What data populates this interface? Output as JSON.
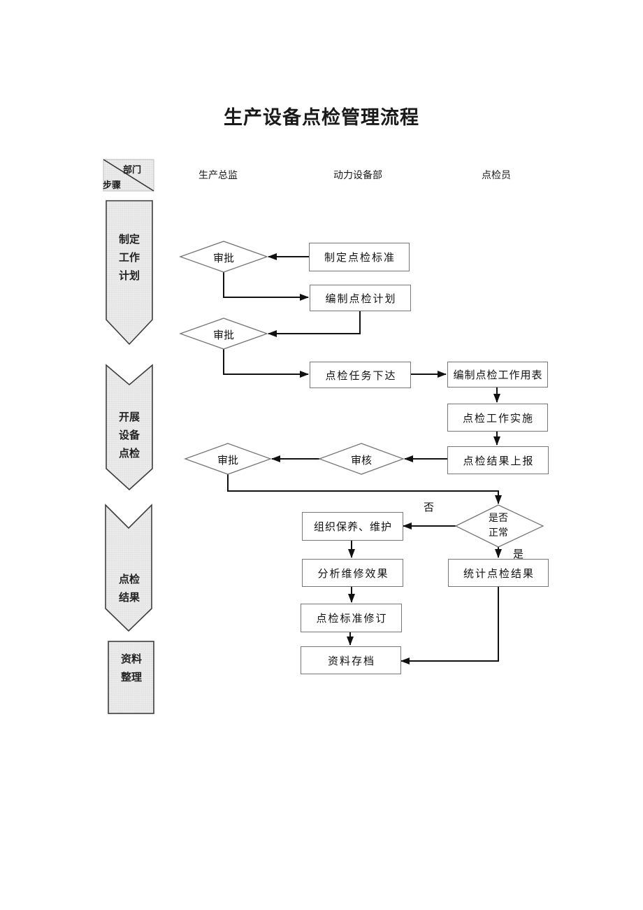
{
  "title": "生产设备点检管理流程",
  "matrix_header": {
    "corner": {
      "top_right": "部门",
      "bottom_left": "步骤"
    },
    "columns": [
      {
        "label": "生产总监"
      },
      {
        "label": "动力设备部"
      },
      {
        "label": "点检员"
      }
    ]
  },
  "phases": [
    {
      "name": "制定工作计划",
      "lines": [
        "制定",
        "工作",
        "计划"
      ]
    },
    {
      "name": "开展设备点检",
      "lines": [
        "开展",
        "设备",
        "点检"
      ]
    },
    {
      "name": "点检结果",
      "lines": [
        "点检",
        "结果"
      ]
    },
    {
      "name": "资料整理",
      "lines": [
        "资料",
        "整理"
      ]
    }
  ],
  "nodes": {
    "approve_1": "审批",
    "create_standard": "制定点检标准",
    "create_plan": "编制点检计划",
    "approve_2": "审批",
    "task_release": "点检任务下达",
    "create_worksheet": "编制点检工作用表",
    "work_implement": "点检工作实施",
    "result_report": "点检结果上报",
    "review": "审核",
    "approve_3": "审批",
    "is_normal": {
      "line1": "是否",
      "line2": "正常"
    },
    "organize_maintenance": "组织保养、维护",
    "analyze_repair": "分析维修效果",
    "revise_standard": "点检标准修订",
    "stat_results": "统计点检结果",
    "archive": "资料存档"
  },
  "branch_labels": {
    "no": "否",
    "yes": "是"
  },
  "colors": {
    "phase_fill": "#eaeaea",
    "phase_border": "#3d3d3d",
    "box_border": "#767676",
    "connector": "#111111"
  }
}
